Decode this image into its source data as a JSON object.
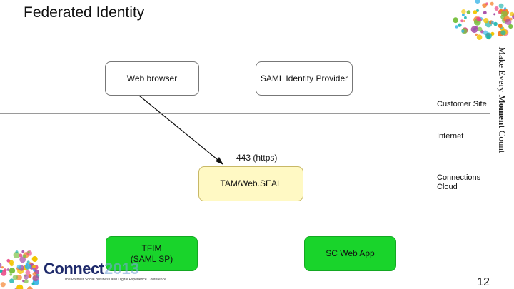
{
  "title": "Federated Identity",
  "nodes": {
    "web_browser": "Web browser",
    "saml_idp": "SAML Identity Provider",
    "tam_webseal": "TAM/Web.SEAL",
    "tfim_line1": "TFIM",
    "tfim_line2": "(SAML SP)",
    "sc_webapp": "SC Web App"
  },
  "labels": {
    "customer_site": "Customer Site",
    "internet": "Internet",
    "port": "443 (https)",
    "cloud_line1": "Connections",
    "cloud_line2": "Cloud"
  },
  "side_tagline_prefix": "Make Every ",
  "side_tagline_bold": "Moment",
  "side_tagline_suffix": " Count",
  "logo": {
    "word": "Connect",
    "year": "2013",
    "tagline": "The Premier Social Business and Digital Experience Conference"
  },
  "page_number": "12",
  "colors": {
    "node_yellow": "#fff9c4",
    "node_green": "#19d42b",
    "divider": "#9a9a9a"
  }
}
